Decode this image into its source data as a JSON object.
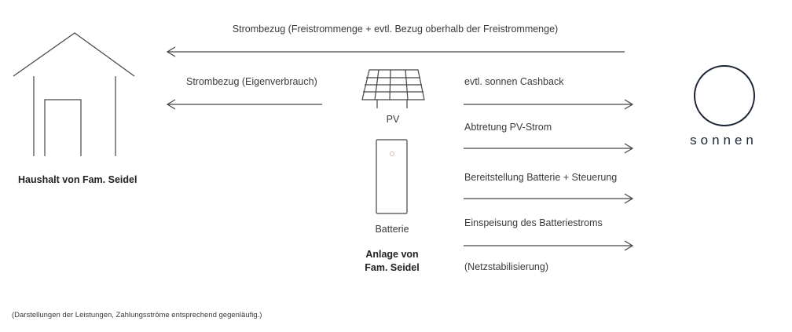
{
  "top_flow": {
    "label": "Strombezug (Freistrommenge + evtl. Bezug oberhalb der Freistrommenge)"
  },
  "left_flow": {
    "label": "Strombezug (Eigenverbrauch)"
  },
  "right_flows": [
    {
      "label": "evtl. sonnen Cashback"
    },
    {
      "label": "Abtretung PV-Strom"
    },
    {
      "label": "Bereitstellung Batterie + Steuerung"
    },
    {
      "label": "Einspeisung des Batteriestroms"
    }
  ],
  "right_flow_note": "(Netzstabilisierung)",
  "household": {
    "label": "Haushalt von Fam. Seidel"
  },
  "pv": {
    "label": "PV"
  },
  "battery": {
    "label": "Batterie"
  },
  "installation": {
    "line1": "Anlage von",
    "line2": "Fam. Seidel"
  },
  "brand": {
    "name": "sonnen",
    "color": "#1a2433"
  },
  "footnote": "(Darstellungen der Leistungen, Zahlungsströme entsprechend gegenläufig.)"
}
